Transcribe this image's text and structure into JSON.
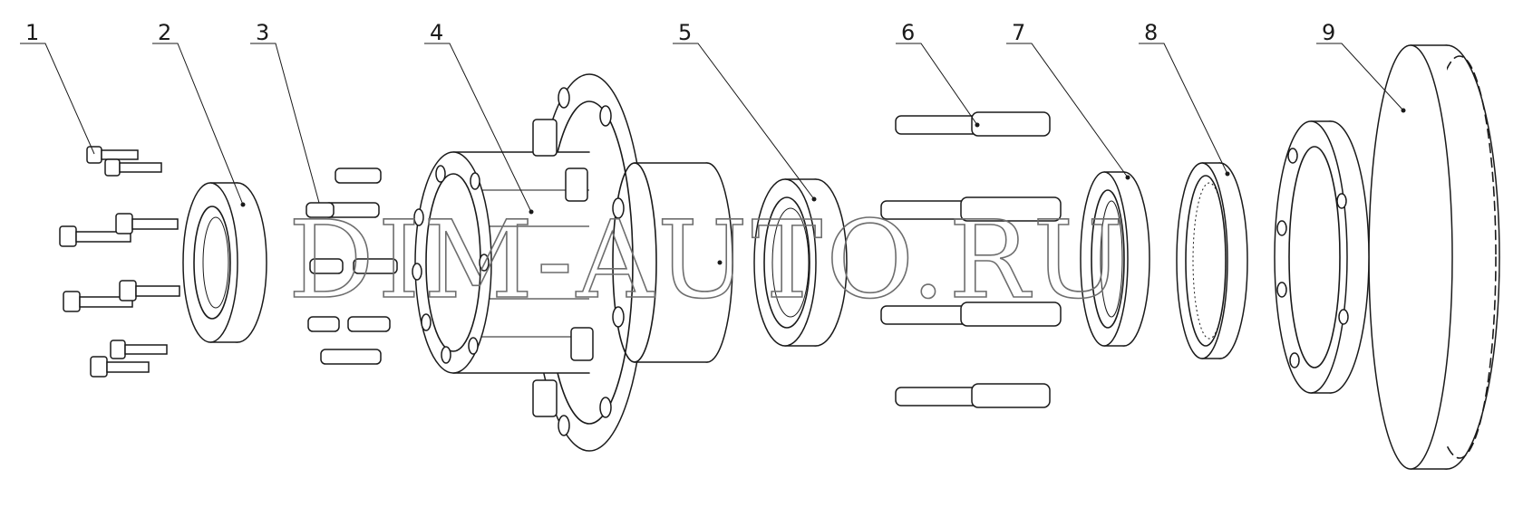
{
  "callouts": [
    "1",
    "2",
    "3",
    "4",
    "5",
    "6",
    "7",
    "8",
    "9"
  ],
  "watermark": "DIM-AUTO.RU",
  "colors": {
    "line": "#1a1a1a",
    "paper": "#ffffff",
    "watermark": "#6e6e6e"
  }
}
